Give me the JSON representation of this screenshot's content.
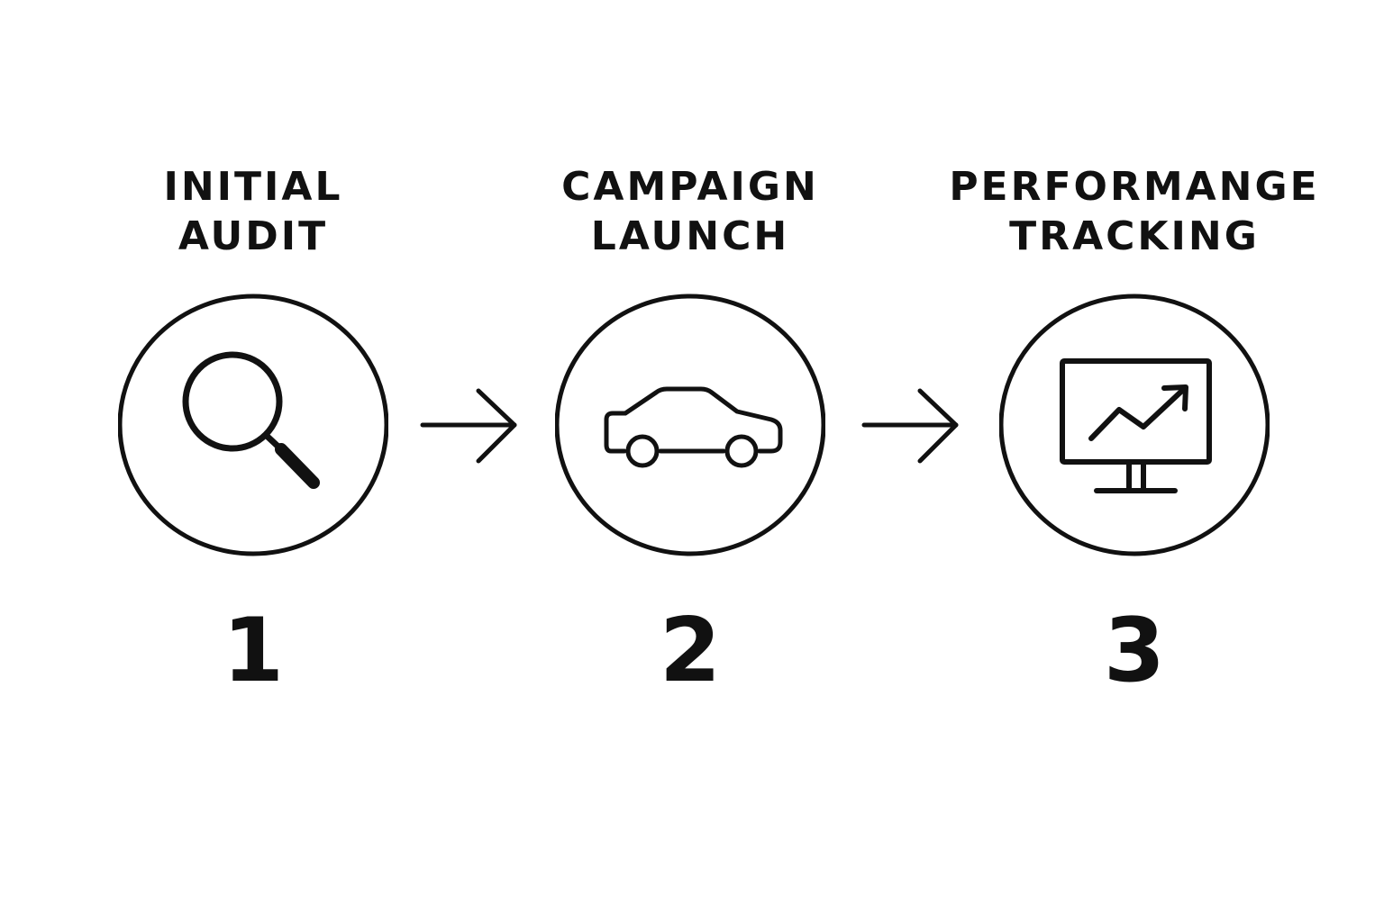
{
  "steps": [
    {
      "title_line1": "INITIAL",
      "title_line2": "AUDIT",
      "number": "1",
      "icon": "magnifying-glass-icon"
    },
    {
      "title_line1": "CAMPAIGN",
      "title_line2": "LAUNCH",
      "number": "2",
      "icon": "car-icon"
    },
    {
      "title_line1": "PERFORMANGE",
      "title_line2": "TRACKING",
      "number": "3",
      "icon": "monitor-chart-icon"
    }
  ],
  "colors": {
    "stroke": "#111111",
    "background": "#ffffff"
  }
}
